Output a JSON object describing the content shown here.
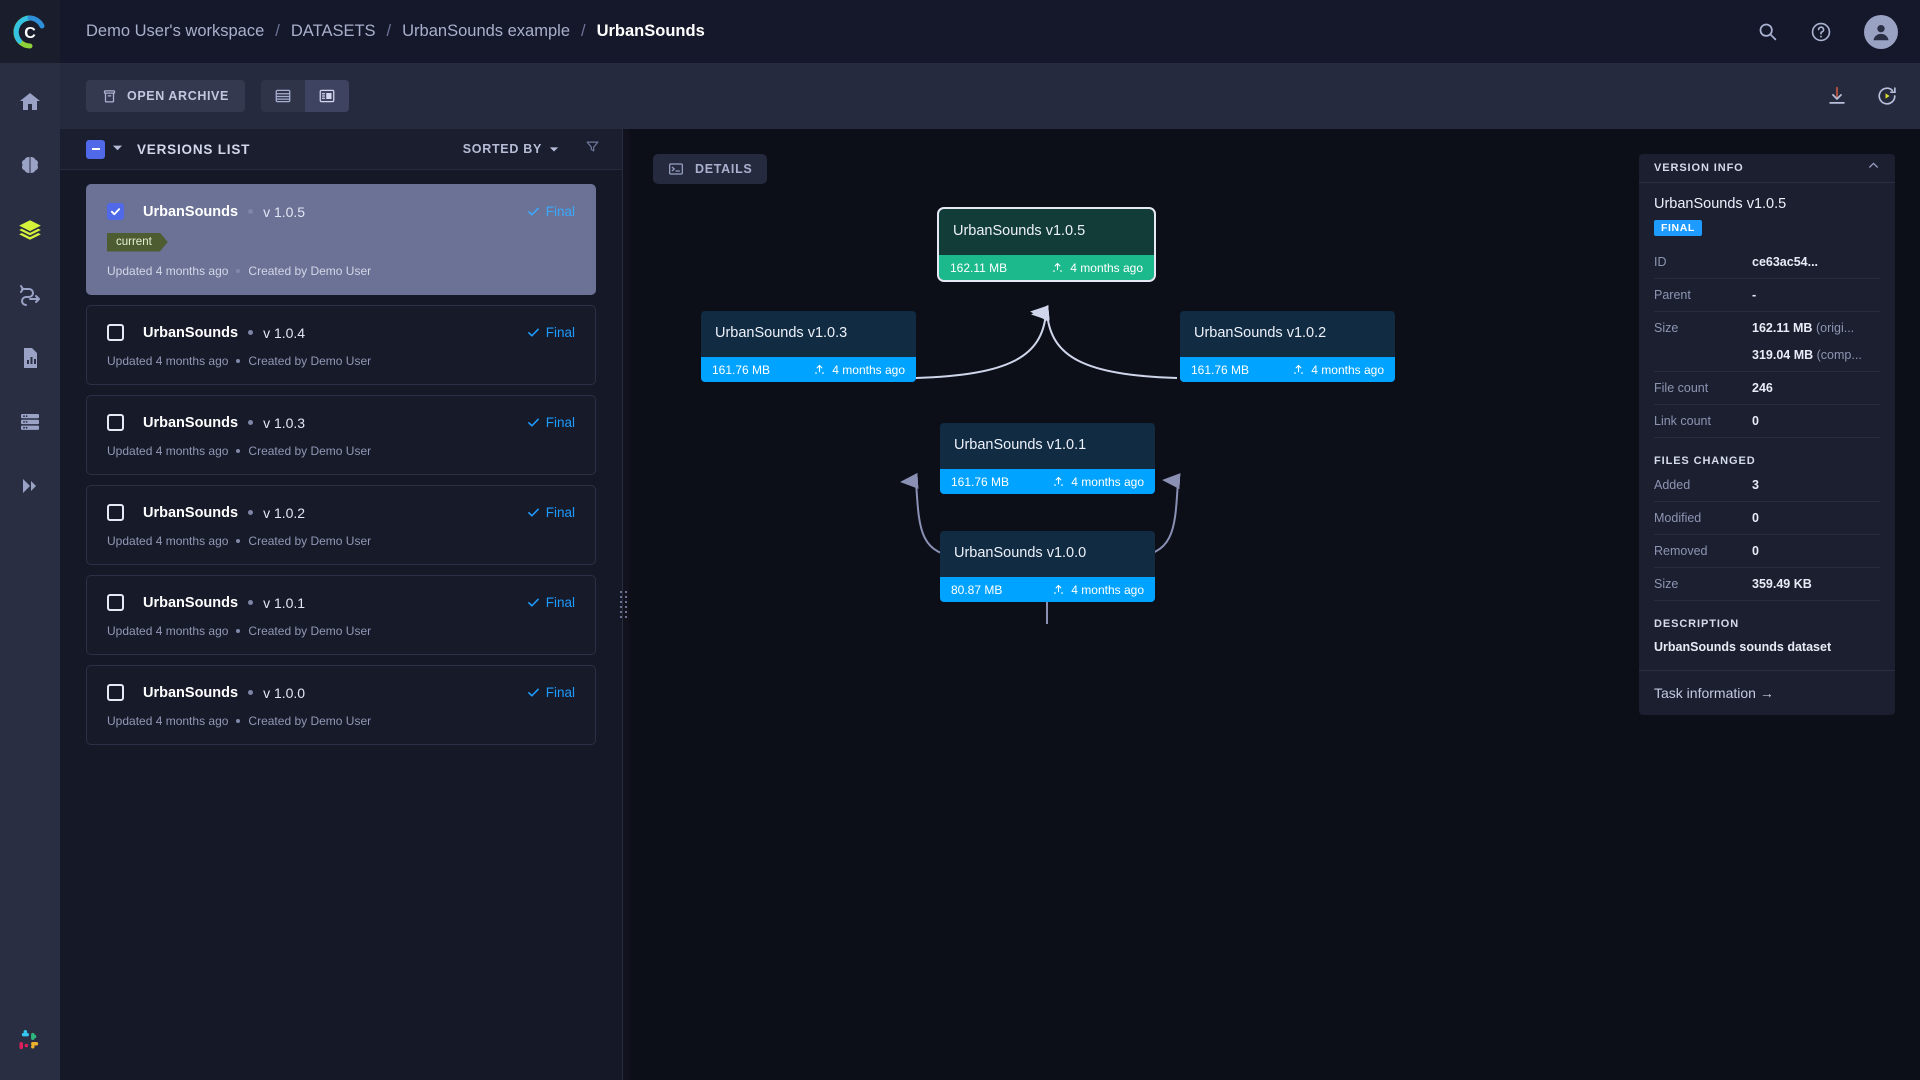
{
  "breadcrumb": {
    "items": [
      "Demo User's workspace",
      "DATASETS",
      "UrbanSounds example",
      "UrbanSounds"
    ],
    "separator": "/"
  },
  "header": {
    "search_icon": "search-icon",
    "help_icon": "help-circle-icon",
    "avatar_icon": "user-avatar-icon"
  },
  "rail": {
    "items": [
      {
        "name": "home-icon"
      },
      {
        "name": "brain-icon"
      },
      {
        "name": "layers-icon"
      },
      {
        "name": "pipeline-icon"
      },
      {
        "name": "report-icon"
      },
      {
        "name": "server-icon"
      },
      {
        "name": "chevrons-right-icon"
      }
    ],
    "bottom": {
      "name": "slack-icon"
    }
  },
  "toolbar": {
    "open_archive_label": "OPEN ARCHIVE",
    "archive_icon": "archive-box-icon",
    "view_list_icon": "list-view-icon",
    "view_split_icon": "split-view-icon",
    "download_icon": "download-icon",
    "history_icon": "history-replay-icon"
  },
  "versions_panel": {
    "title": "VERSIONS LIST",
    "sorted_by_label": "SORTED BY",
    "filter_icon": "filter-icon",
    "select_all_checked": true,
    "items": [
      {
        "name": "UrbanSounds",
        "version": "v 1.0.5",
        "status": "Final",
        "tag": "current",
        "updated": "Updated 4 months ago",
        "created": "Created by Demo User",
        "selected": true
      },
      {
        "name": "UrbanSounds",
        "version": "v 1.0.4",
        "status": "Final",
        "tag": "",
        "updated": "Updated 4 months ago",
        "created": "Created by Demo User",
        "selected": false
      },
      {
        "name": "UrbanSounds",
        "version": "v 1.0.3",
        "status": "Final",
        "tag": "",
        "updated": "Updated 4 months ago",
        "created": "Created by Demo User",
        "selected": false
      },
      {
        "name": "UrbanSounds",
        "version": "v 1.0.2",
        "status": "Final",
        "tag": "",
        "updated": "Updated 4 months ago",
        "created": "Created by Demo User",
        "selected": false
      },
      {
        "name": "UrbanSounds",
        "version": "v 1.0.1",
        "status": "Final",
        "tag": "",
        "updated": "Updated 4 months ago",
        "created": "Created by Demo User",
        "selected": false
      },
      {
        "name": "UrbanSounds",
        "version": "v 1.0.0",
        "status": "Final",
        "tag": "",
        "updated": "Updated 4 months ago",
        "created": "Created by Demo User",
        "selected": false
      }
    ]
  },
  "graph": {
    "details_label": "DETAILS",
    "details_icon": "terminal-icon",
    "upload_icon": "upload-icon",
    "nodes": [
      {
        "id": "v105",
        "title": "UrbanSounds v1.0.5",
        "size": "162.11 MB",
        "time": "4 months ago",
        "color": "green",
        "selected": true
      },
      {
        "id": "v103",
        "title": "UrbanSounds v1.0.3",
        "size": "161.76 MB",
        "time": "4 months ago",
        "color": "blue",
        "selected": false
      },
      {
        "id": "v102",
        "title": "UrbanSounds v1.0.2",
        "size": "161.76 MB",
        "time": "4 months ago",
        "color": "blue",
        "selected": false
      },
      {
        "id": "v101",
        "title": "UrbanSounds v1.0.1",
        "size": "161.76 MB",
        "time": "4 months ago",
        "color": "blue",
        "selected": false
      },
      {
        "id": "v100",
        "title": "UrbanSounds v1.0.0",
        "size": "80.87 MB",
        "time": "4 months ago",
        "color": "blue",
        "selected": false
      }
    ],
    "edges": [
      {
        "from": "v103",
        "to": "v105"
      },
      {
        "from": "v102",
        "to": "v105"
      },
      {
        "from": "v101",
        "to": "v103"
      },
      {
        "from": "v101",
        "to": "v102"
      },
      {
        "from": "v100",
        "to": "v101"
      }
    ]
  },
  "version_info": {
    "panel_title": "VERSION INFO",
    "collapse_icon": "chevron-up-icon",
    "name": "UrbanSounds v1.0.5",
    "badge": "FINAL",
    "fields": [
      {
        "key": "ID",
        "value": "ce63ac54...",
        "unit": ""
      },
      {
        "key": "Parent",
        "value": "-",
        "unit": ""
      },
      {
        "key": "Size",
        "value": "162.11 MB",
        "unit": "(origi..."
      },
      {
        "key": "",
        "value": "319.04 MB",
        "unit": "(comp..."
      },
      {
        "key": "File count",
        "value": "246",
        "unit": ""
      },
      {
        "key": "Link count",
        "value": "0",
        "unit": ""
      }
    ],
    "files_changed_title": "FILES CHANGED",
    "files_changed": [
      {
        "key": "Added",
        "value": "3"
      },
      {
        "key": "Modified",
        "value": "0"
      },
      {
        "key": "Removed",
        "value": "0"
      },
      {
        "key": "Size",
        "value": "359.49 KB"
      }
    ],
    "description_title": "DESCRIPTION",
    "description": "UrbanSounds sounds dataset",
    "task_link": "Task information →"
  },
  "colors": {
    "accent_blue": "#00a3ff",
    "accent_green": "#1cb98c",
    "checkbox_blue": "#4f69e8",
    "tag_green": "#4e5d31",
    "canvas_bg": "#0c0e18",
    "panel_bg": "#151827",
    "rail_bg": "#2a2e42"
  }
}
